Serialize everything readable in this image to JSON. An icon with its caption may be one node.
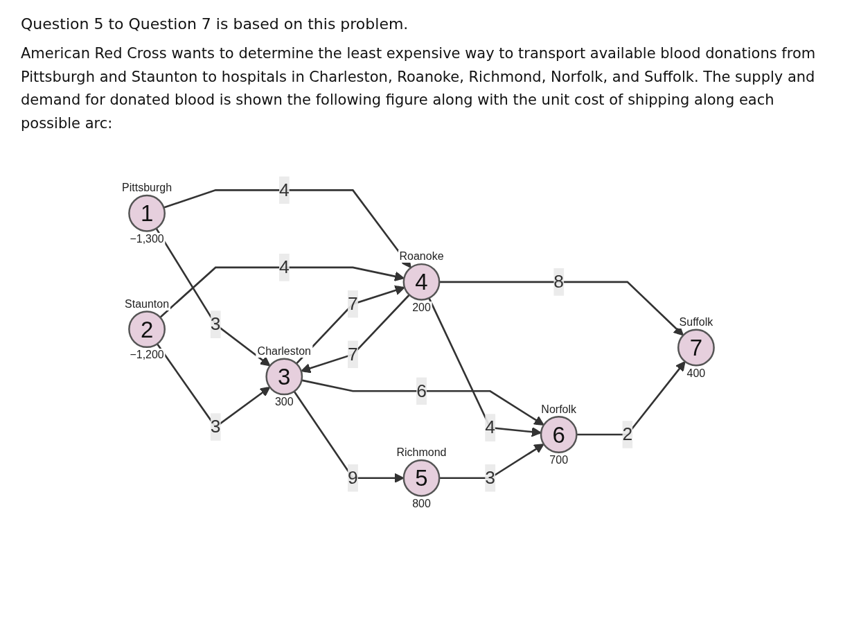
{
  "diagram": {
    "title": "Question 5 to Question 7 is based on this problem.",
    "nodes": [
      {
        "text": [
          "1"
        ],
        "beside": [
          "Pittsburgh",
          "−1,300"
        ]
      },
      {
        "text": [
          "2"
        ],
        "beside": [
          "Staunton",
          "−1,200"
        ]
      },
      {
        "text": [
          "3"
        ],
        "beside": [
          "Charleston",
          "300"
        ]
      },
      {
        "text": [
          "4"
        ],
        "beside": [
          "Roanoke",
          "200"
        ]
      },
      {
        "text": [
          "5"
        ],
        "beside": [
          "Richmond",
          "800"
        ]
      },
      {
        "text": [
          "6"
        ],
        "beside": [
          "Norfolk",
          "700"
        ]
      },
      {
        "text": [
          "7"
        ],
        "beside": [
          "Suffolk",
          "400"
        ]
      }
    ],
    "edges": [
      {
        "from": 0,
        "to": 2,
        "arrow": "to",
        "label": "3"
      },
      {
        "from": 0,
        "to": 3,
        "arrow": "to",
        "label": "4"
      },
      {
        "from": 1,
        "to": 2,
        "arrow": "to",
        "label": "3"
      },
      {
        "from": 1,
        "to": 3,
        "arrow": "to",
        "label": "4"
      },
      {
        "from": 2,
        "to": 3,
        "arrow": "to",
        "label": "7"
      },
      {
        "from": 3,
        "to": 2,
        "arrow": "to",
        "label": "7"
      },
      {
        "from": 2,
        "to": 4,
        "arrow": "to",
        "label": "9"
      },
      {
        "from": 2,
        "to": 5,
        "arrow": "to",
        "label": "6"
      },
      {
        "from": 3,
        "to": 5,
        "arrow": "to",
        "label": "4"
      },
      {
        "from": 3,
        "to": 6,
        "arrow": "to",
        "label": "8"
      },
      {
        "from": 4,
        "to": 5,
        "arrow": "to",
        "label": "3"
      },
      {
        "from": 5,
        "to": 6,
        "arrow": "to",
        "label": "2"
      }
    ],
    "labels": [
      "American Red Cross wants to determine the least expensive way to transport available blood donations from Pittsburgh and Staunton to hospitals in Charleston, Roanoke, Richmond, Norfolk, and Suffolk. The supply and demand for donated blood is shown the following figure along with the unit cost of shipping along each possible arc:"
    ]
  }
}
